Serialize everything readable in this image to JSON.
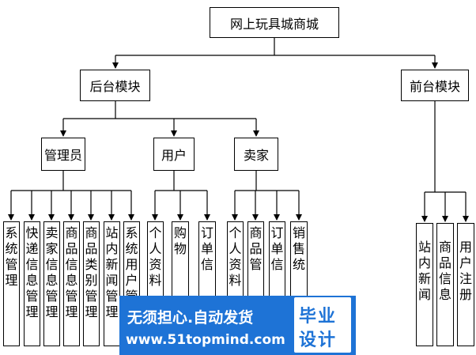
{
  "root": "网上玩具城商城",
  "backend": "后台模块",
  "frontend": "前台模块",
  "admin": "管理员",
  "user": "用户",
  "seller": "卖家",
  "admin_items": [
    "系统管理",
    "快递信息管理",
    "卖家信息管理",
    "商品信息管理",
    "商品类别管理",
    "站内新闻管理",
    "系统用户管理"
  ],
  "user_items": [
    "个人资料",
    "购物",
    "订单信"
  ],
  "seller_items": [
    "个人资料",
    "商品管",
    "订单信",
    "销售统"
  ],
  "front_items": [
    "站内新闻",
    "商品信息",
    "用户注册"
  ],
  "watermark": {
    "line1": "无须担心.自动发货",
    "line2": "www.51topmind.com",
    "badge_top": "毕业",
    "badge_bottom": "设计"
  },
  "colors": {
    "banner": "#1e73d6"
  }
}
